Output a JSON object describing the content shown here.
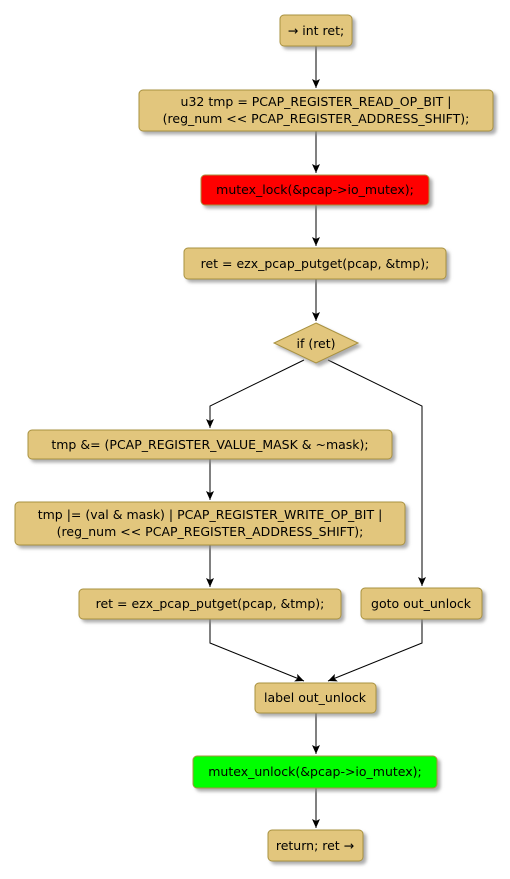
{
  "colors": {
    "node_fill": "#E2C67D",
    "node_border": "#A8913F",
    "lock_fill": "#FF0000",
    "unlock_fill": "#00FF00",
    "edge": "#000000",
    "shadow": "#9A9A9A"
  },
  "nodes": {
    "start": "→ int ret;",
    "tmp_init_line1": "u32 tmp = PCAP_REGISTER_READ_OP_BIT |",
    "tmp_init_line2": "(reg_num << PCAP_REGISTER_ADDRESS_SHIFT);",
    "mutex_lock": "mutex_lock(&pcap->io_mutex);",
    "putget_read": "ret = ezx_pcap_putget(pcap, &tmp);",
    "decision": "if (ret)",
    "mask_tmp": "tmp &= (PCAP_REGISTER_VALUE_MASK & ~mask);",
    "set_tmp_line1": "tmp |= (val & mask) | PCAP_REGISTER_WRITE_OP_BIT |",
    "set_tmp_line2": "(reg_num << PCAP_REGISTER_ADDRESS_SHIFT);",
    "putget_write": "ret = ezx_pcap_putget(pcap, &tmp);",
    "goto_unlock": "goto out_unlock",
    "label_unlock": "label out_unlock",
    "mutex_unlock": "mutex_unlock(&pcap->io_mutex);",
    "return": "return; ret →"
  }
}
